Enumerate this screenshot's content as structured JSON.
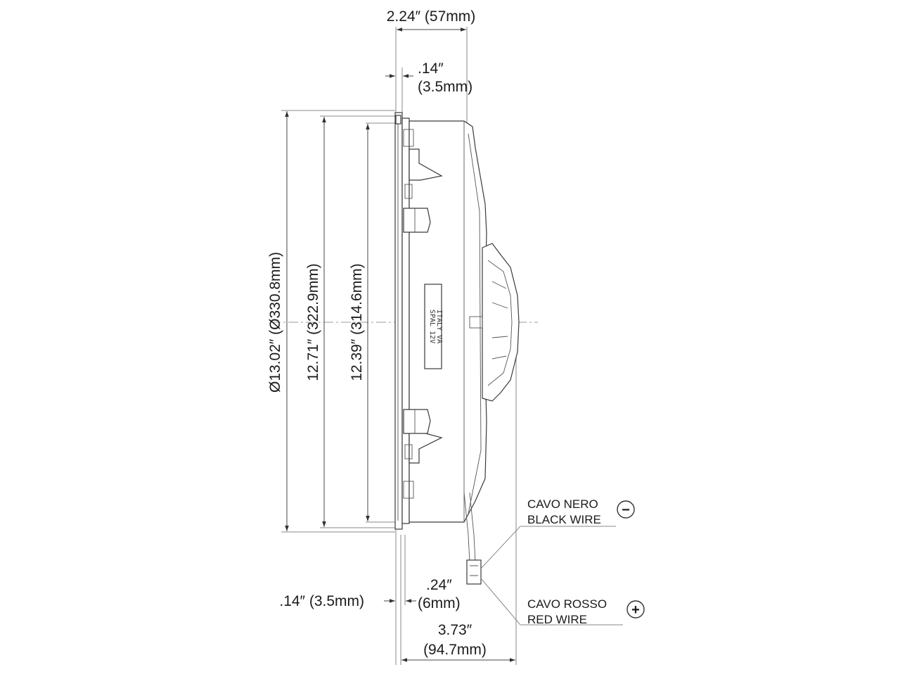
{
  "dimensions": {
    "overall_depth": "2.24″ (57mm)",
    "flange_top_in": ".14″",
    "flange_top_mm": "(3.5mm)",
    "diameter_13_02": "Ø13.02″ (Ø330.8mm)",
    "height_12_71": "12.71″ (322.9mm)",
    "height_12_39": "12.39″ (314.6mm)",
    "flange_bottom": ".14″ (3.5mm)",
    "offset_024_in": ".24″",
    "offset_024_mm": "(6mm)",
    "total_depth_in": "3.73″",
    "total_depth_mm": "(94.7mm)"
  },
  "wires": {
    "black_it": "CAVO NERO",
    "black_en": "BLACK WIRE",
    "black_symbol": "−",
    "red_it": "CAVO ROSSO",
    "red_en": "RED WIRE",
    "red_symbol": "+"
  },
  "colors": {
    "line": "#3a3a3a",
    "text": "#1b1b1b",
    "background": "#ffffff"
  }
}
